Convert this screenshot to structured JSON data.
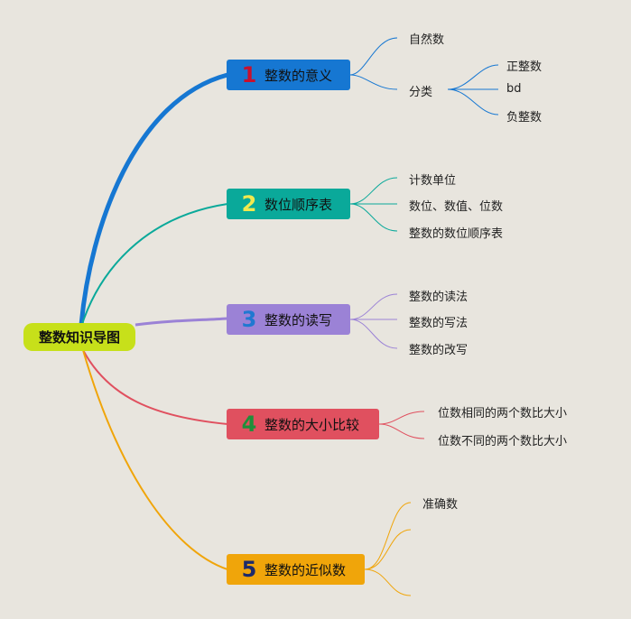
{
  "root": {
    "label": "整数知识导图"
  },
  "branches": [
    {
      "num": "1",
      "label": "整数的意义",
      "color": "#1677d2",
      "num_color": "#c8102e",
      "children": [
        {
          "label": "自然数"
        },
        {
          "label": "分类",
          "children": [
            "正整数",
            "bd",
            "负整数"
          ]
        }
      ]
    },
    {
      "num": "2",
      "label": "数位顺序表",
      "color": "#0aa99a",
      "num_color": "#f2e94e",
      "children": [
        {
          "label": "计数单位"
        },
        {
          "label": "数位、数值、位数"
        },
        {
          "label": "整数的数位顺序表"
        }
      ]
    },
    {
      "num": "3",
      "label": "整数的读写",
      "color": "#9b82d6",
      "num_color": "#1f78d1",
      "children": [
        {
          "label": "整数的读法"
        },
        {
          "label": "整数的写法"
        },
        {
          "label": "整数的改写"
        }
      ]
    },
    {
      "num": "4",
      "label": "整数的大小比较",
      "color": "#e0505f",
      "num_color": "#1f8f3a",
      "children": [
        {
          "label": "位数相同的两个数比大小"
        },
        {
          "label": "位数不同的两个数比大小"
        }
      ]
    },
    {
      "num": "5",
      "label": "整数的近似数",
      "color": "#f0a50a",
      "num_color": "#1c2a6b",
      "children": [
        {
          "label": "准确数"
        },
        {
          "label": ""
        },
        {
          "label": ""
        }
      ]
    }
  ]
}
